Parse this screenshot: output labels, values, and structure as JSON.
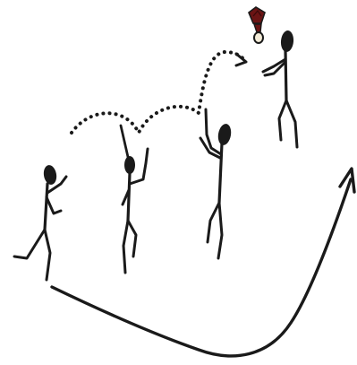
{
  "colors": {
    "ink": "#1a1a1a",
    "shuttlecock_feathers": "#6b1414",
    "shuttlecock_base": "#f4ecd8",
    "background": "#ffffff"
  },
  "figures": [
    {
      "name": "stick-figure-1"
    },
    {
      "name": "stick-figure-2"
    },
    {
      "name": "stick-figure-3"
    },
    {
      "name": "stick-figure-4"
    }
  ],
  "icons": [
    "shuttlecock-icon",
    "curved-arrow-icon"
  ]
}
